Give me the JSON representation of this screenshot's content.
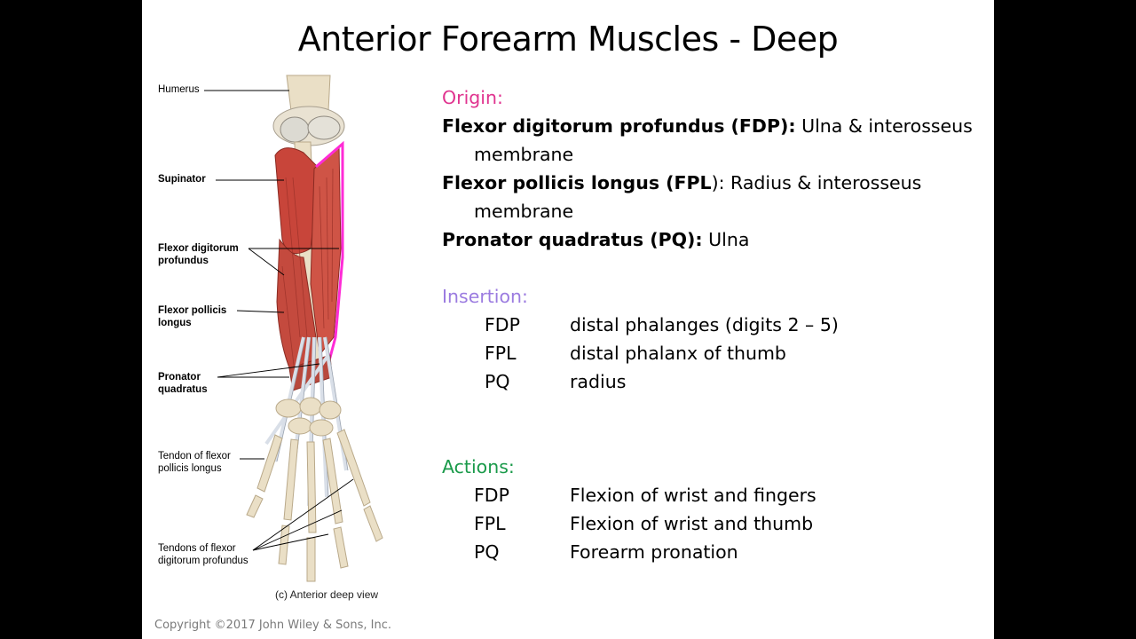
{
  "slide": {
    "title": "Anterior Forearm Muscles - Deep",
    "copyright": "Copyright ©2017 John Wiley & Sons, Inc."
  },
  "figure": {
    "caption": "(c) Anterior deep view",
    "labels": {
      "humerus": "Humerus",
      "supinator": "Supinator",
      "fdp": "Flexor digitorum\nprofundus",
      "fpl": "Flexor pollicis\nlongus",
      "pq": "Pronator\nquadratus",
      "tendon_fpl": "Tendon of flexor\npollicis longus",
      "tendons_fdp": "Tendons of flexor\ndigitorum profundus"
    },
    "colors": {
      "muscle": "#c8453a",
      "bone": "#eadfc6",
      "tendon": "#d9dfe8",
      "highlight": "#ff2bd6"
    }
  },
  "origin": {
    "heading": "Origin:",
    "entries": [
      {
        "name": "Flexor digitorum profundus (FDP):",
        "text": "  Ulna & interosseus membrane"
      },
      {
        "name": "Flexor pollicis longus (FPL",
        "name2": ")",
        "text": ": Radius & interosseus membrane"
      },
      {
        "name": "Pronator quadratus (PQ):",
        "text": " Ulna"
      }
    ]
  },
  "insertion": {
    "heading": "Insertion:",
    "rows": [
      {
        "abbr": "FDP",
        "desc": "distal phalanges (digits 2 – 5)"
      },
      {
        "abbr": "FPL",
        "desc": "distal phalanx of thumb"
      },
      {
        "abbr": "PQ",
        "desc": "radius"
      }
    ]
  },
  "actions": {
    "heading": "Actions:",
    "rows": [
      {
        "abbr": "FDP",
        "desc": "Flexion of wrist and fingers"
      },
      {
        "abbr": "FPL",
        "desc": "Flexion of wrist and thumb"
      },
      {
        "abbr": "PQ",
        "desc": "Forearm pronation"
      }
    ]
  }
}
